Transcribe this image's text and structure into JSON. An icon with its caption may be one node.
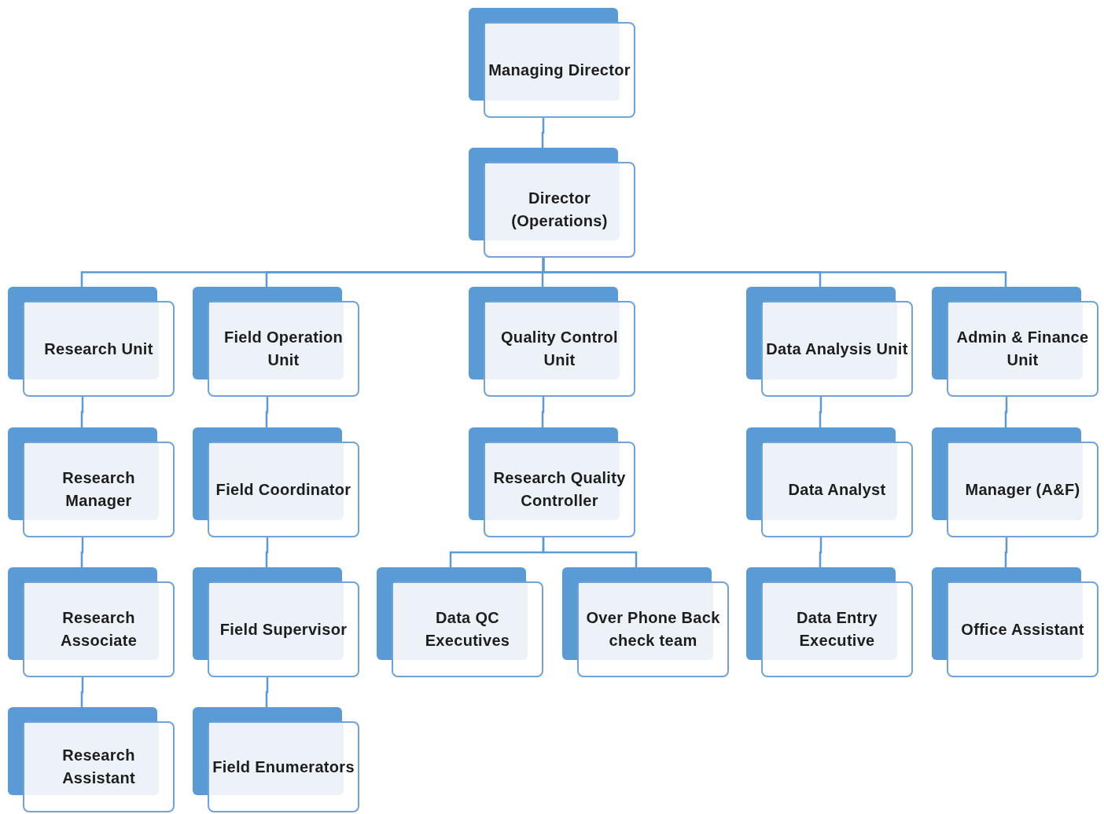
{
  "diagram": {
    "nodes": [
      {
        "text": [
          "Managing Director"
        ]
      },
      {
        "text": [
          "Director (Operations)"
        ]
      },
      {
        "text": [
          "Research Unit"
        ]
      },
      {
        "text": [
          "Field Operation Unit"
        ]
      },
      {
        "text": [
          "Quality Control Unit"
        ]
      },
      {
        "text": [
          "Data Analysis Unit"
        ]
      },
      {
        "text": [
          "Admin & Finance Unit"
        ]
      },
      {
        "text": [
          "Research Manager"
        ]
      },
      {
        "text": [
          "Field Coordinator"
        ]
      },
      {
        "text": [
          "Research Quality Controller"
        ]
      },
      {
        "text": [
          "Data Analyst"
        ]
      },
      {
        "text": [
          "Manager (A&F)"
        ]
      },
      {
        "text": [
          "Research Associate"
        ]
      },
      {
        "text": [
          "Field Supervisor"
        ]
      },
      {
        "text": [
          "Data QC Executives"
        ]
      },
      {
        "text": [
          "Over Phone Back check team"
        ]
      },
      {
        "text": [
          "Data Entry Executive"
        ]
      },
      {
        "text": [
          "Office Assistant"
        ]
      },
      {
        "text": [
          "Research Assistant"
        ]
      },
      {
        "text": [
          "Field Enumerators"
        ]
      }
    ],
    "edges": [
      {
        "from": 0,
        "to": 1,
        "arrow": "none"
      },
      {
        "from": 1,
        "to": 2,
        "arrow": "none"
      },
      {
        "from": 1,
        "to": 3,
        "arrow": "none"
      },
      {
        "from": 1,
        "to": 4,
        "arrow": "none"
      },
      {
        "from": 1,
        "to": 5,
        "arrow": "none"
      },
      {
        "from": 1,
        "to": 6,
        "arrow": "none"
      },
      {
        "from": 2,
        "to": 7,
        "arrow": "none"
      },
      {
        "from": 3,
        "to": 8,
        "arrow": "none"
      },
      {
        "from": 4,
        "to": 9,
        "arrow": "none"
      },
      {
        "from": 5,
        "to": 10,
        "arrow": "none"
      },
      {
        "from": 6,
        "to": 11,
        "arrow": "none"
      },
      {
        "from": 7,
        "to": 12,
        "arrow": "none"
      },
      {
        "from": 8,
        "to": 13,
        "arrow": "none"
      },
      {
        "from": 9,
        "to": 14,
        "arrow": "none"
      },
      {
        "from": 9,
        "to": 15,
        "arrow": "none"
      },
      {
        "from": 10,
        "to": 16,
        "arrow": "none"
      },
      {
        "from": 11,
        "to": 17,
        "arrow": "none"
      },
      {
        "from": 12,
        "to": 18,
        "arrow": "none"
      },
      {
        "from": 13,
        "to": 19,
        "arrow": "none"
      }
    ]
  }
}
